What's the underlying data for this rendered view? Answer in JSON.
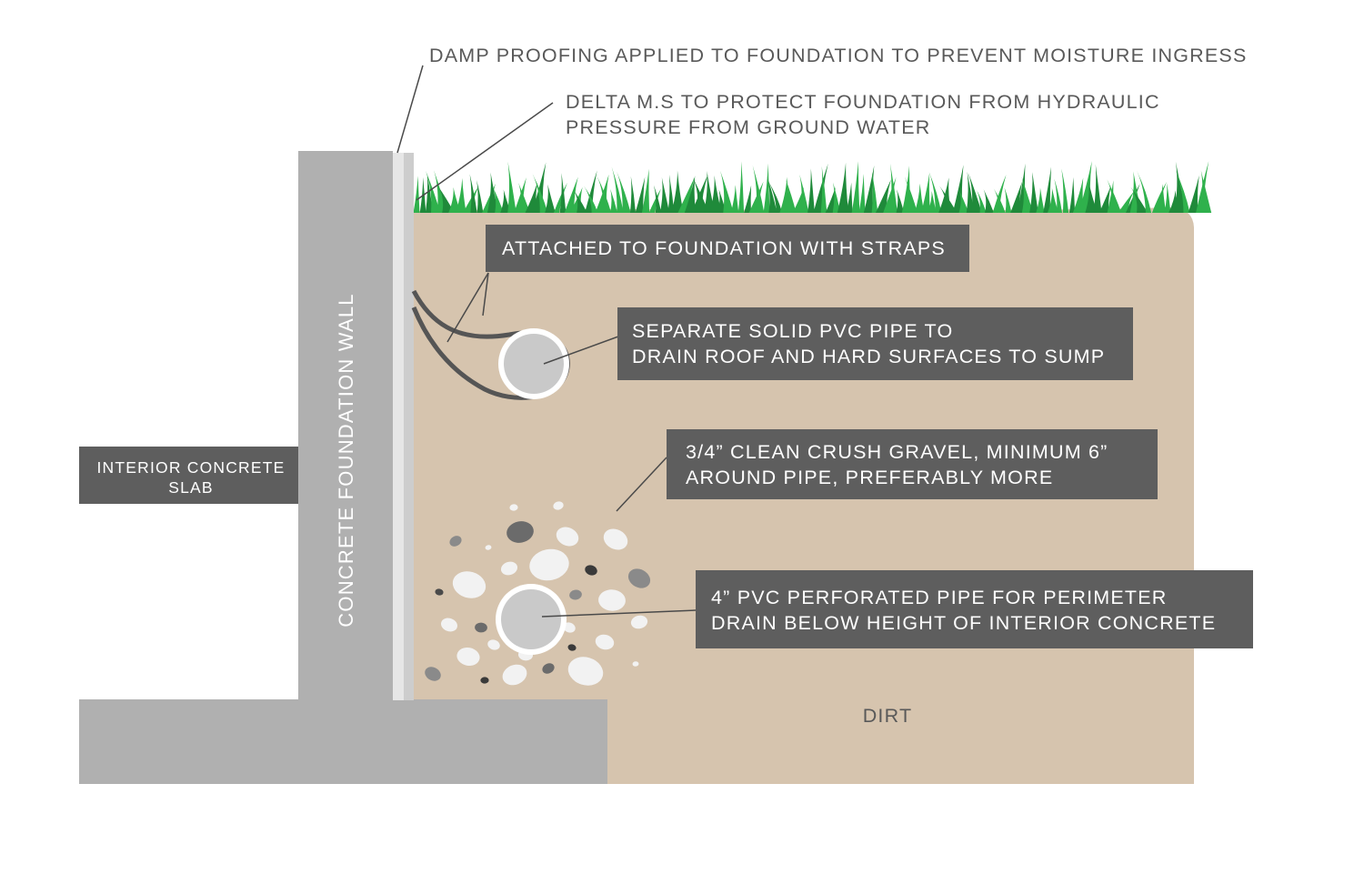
{
  "labels": {
    "damp_proofing": "DAMP PROOFING APPLIED TO FOUNDATION TO PREVENT MOISTURE INGRESS",
    "delta_ms_line1": "DELTA M.S TO PROTECT FOUNDATION FROM HYDRAULIC",
    "delta_ms_line2": "PRESSURE FROM GROUND WATER",
    "straps": "ATTACHED TO FOUNDATION WITH STRAPS",
    "solid_pipe_line1": "SEPARATE SOLID PVC PIPE TO",
    "solid_pipe_line2": "DRAIN ROOF AND HARD SURFACES TO SUMP",
    "gravel_line1": "3/4” CLEAN CRUSH GRAVEL, MINIMUM 6”",
    "gravel_line2": "AROUND PIPE, PREFERABLY MORE",
    "perforated_line1": "4” PVC PERFORATED PIPE FOR PERIMETER",
    "perforated_line2": "DRAIN BELOW HEIGHT OF INTERIOR CONCRETE",
    "slab_line1": "INTERIOR CONCRETE",
    "slab_line2": "SLAB",
    "wall": "CONCRETE FOUNDATION WALL",
    "dirt": "DIRT"
  },
  "colors": {
    "dirt": "#d6c4ae",
    "concrete": "#b0b0b0",
    "membrane_outer": "#e6e6e6",
    "membrane_inner": "#cdcdcd",
    "grass_dark": "#1f8a3a",
    "grass_light": "#2fb14c",
    "label_box": "#5e5e5e",
    "leader": "#4a4a4a",
    "pipe": "#c9c9c9"
  }
}
